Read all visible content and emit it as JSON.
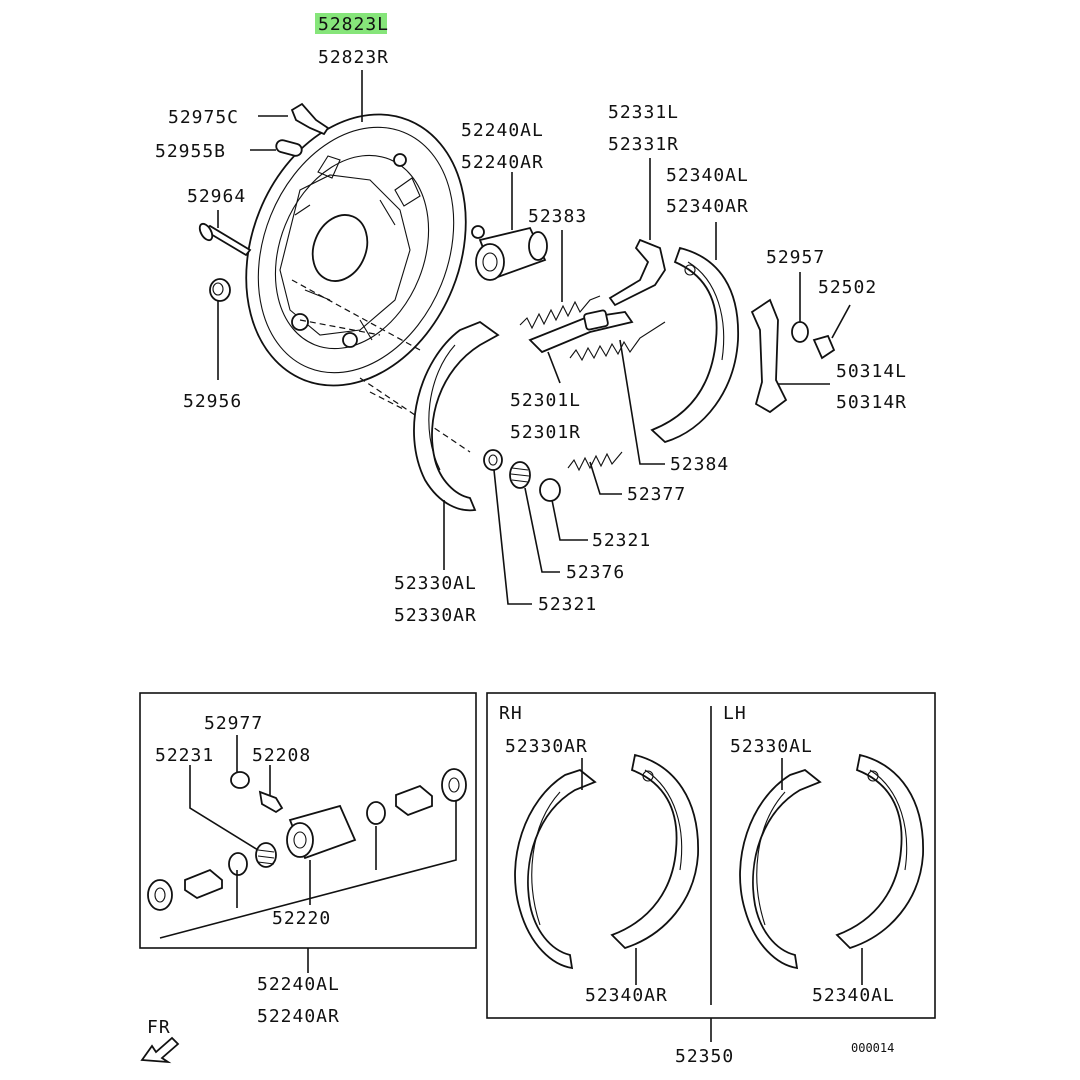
{
  "diagram": {
    "top_labels": {
      "backing_plate_l": "52823L",
      "backing_plate_r": "52823R",
      "bolt": "52975C",
      "plug": "52955B",
      "pin": "52964",
      "nut": "52956",
      "cyl_assy_l": "52240AL",
      "cyl_assy_r": "52240AR",
      "spring_upper": "52383",
      "lever_l": "52331L",
      "lever_r": "52331R",
      "shoe_rear_l": "52340AL",
      "shoe_rear_r": "52340AR",
      "washer": "52957",
      "clip": "52502",
      "park_lever_l": "50314L",
      "park_lever_r": "50314R",
      "adjuster_l": "52301L",
      "adjuster_r": "52301R",
      "spring_mid": "52384",
      "spring_lower": "52377",
      "cup": "52321",
      "hold_spring": "52376",
      "cup2": "52321",
      "shoe_front_l": "52330AL",
      "shoe_front_r": "52330AR"
    },
    "cylinder_box": {
      "cap": "52977",
      "boot": "52231",
      "bleeder": "52208",
      "cylinder": "52220",
      "assy_l": "52240AL",
      "assy_r": "52240AR"
    },
    "shoe_box": {
      "rh_title": "RH",
      "lh_title": "LH",
      "rh_front": "52330AR",
      "rh_rear": "52340AR",
      "lh_front": "52330AL",
      "lh_rear": "52340AL",
      "kit": "52350"
    },
    "fr_mark": "FR",
    "figure_code": "000014",
    "highlight_color": "#86e57a"
  }
}
